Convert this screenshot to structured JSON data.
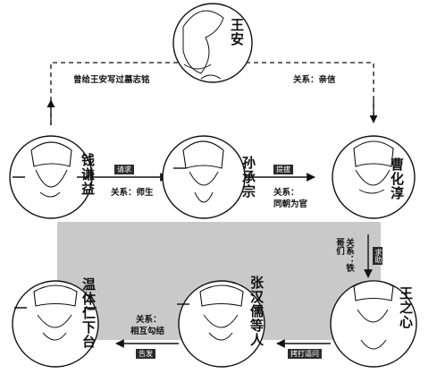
{
  "people": {
    "wang_an": "王安",
    "qian_qianyi": "钱谦益",
    "sun_chengzong": "孙承宗",
    "cao_huachun": "曹化淳",
    "wang_zhixin": "王之心",
    "zhang_hanru": "张汉儒等人",
    "wen_tiren": "温体仁下台"
  },
  "relations": {
    "top_left": "曾给王安写过墓志铭",
    "top_right": "关系：亲信",
    "qian_sun": "关系：师生",
    "sun_cao_line1": "关系：",
    "sun_cao_line2": "同朝为官",
    "cao_wang": "关系：铁哥们",
    "zhang_wen_line1": "关系：",
    "zhang_wen_line2": "相互勾结"
  },
  "tags": {
    "qing_qiu": "请求",
    "ti_ba": "提拔",
    "qiu_zhu": "求助",
    "jiang_da_tong": "拷打逼问",
    "gao_fa": "告发"
  }
}
